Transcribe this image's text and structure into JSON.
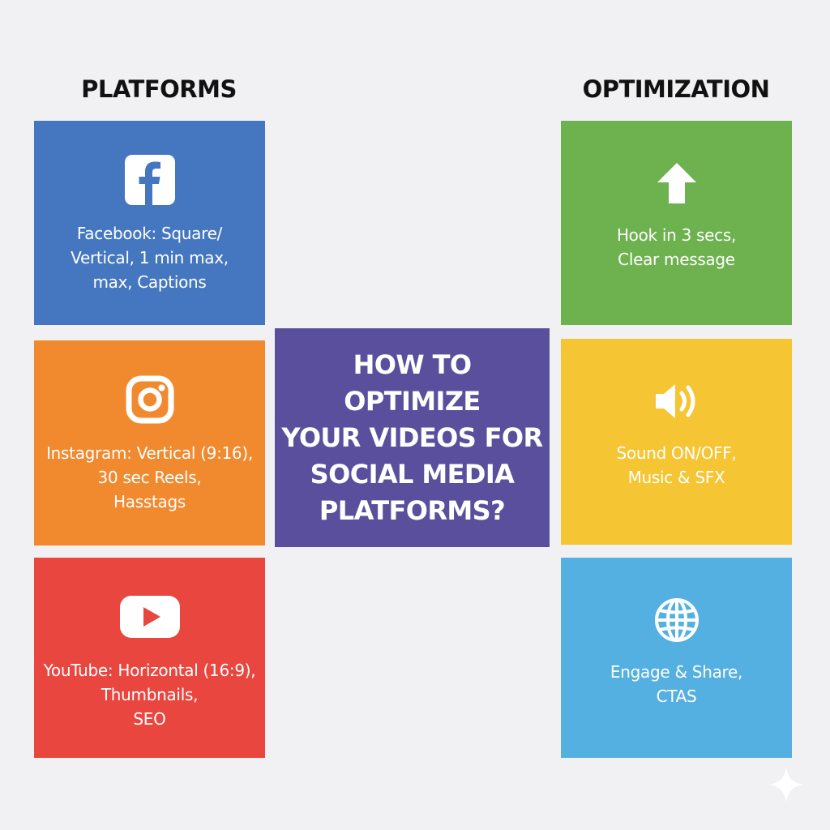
{
  "headings": {
    "left": "PLATFORMS",
    "right": "OPTIMIZATION"
  },
  "center": {
    "title": "HOW TO\nOPTIMIZE\nYOUR VIDEOS FOR\nSOCIAL MEDIA\nPLATFORMS?",
    "color": "#5a4f9d"
  },
  "platforms": [
    {
      "icon": "facebook-icon",
      "label": "Facebook: Square/\nVertical, 1 min max,\nmax, Captions",
      "color": "#4577c1"
    },
    {
      "icon": "instagram-icon",
      "label": "Instagram: Vertical (9:16),\n30 sec Reels,\nHasstags",
      "color": "#f1892f"
    },
    {
      "icon": "youtube-icon",
      "label": "YouTube: Horizontal (16:9),\nThumbnails,\nSEO",
      "color": "#e9463f"
    }
  ],
  "optimization": [
    {
      "icon": "arrow-up-icon",
      "label": "Hook in 3 secs,\nClear message",
      "color": "#6db24f"
    },
    {
      "icon": "speaker-icon",
      "label": "Sound ON/OFF,\nMusic & SFX",
      "color": "#f5c533"
    },
    {
      "icon": "globe-icon",
      "label": "Engage & Share,\nCTAS",
      "color": "#55b0e2"
    }
  ]
}
